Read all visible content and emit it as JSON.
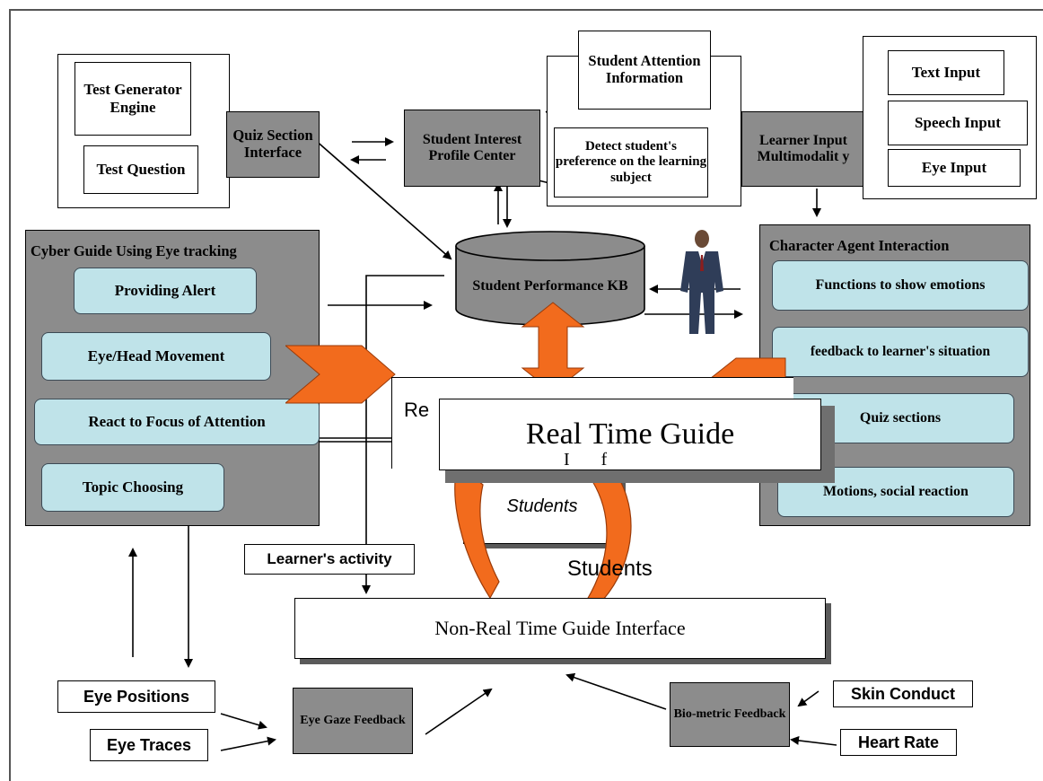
{
  "generator_group": {
    "engine": "Test Generator Engine",
    "question": "Test Question"
  },
  "quiz_interface": "Quiz Section Interface",
  "profile_center": "Student Interest Profile Center",
  "attention_info": "Student Attention Information",
  "detect_pref": "Detect student's preference on the learning subject",
  "learner_input": "Learner Input Multimodalit y",
  "inputs": [
    "Text Input",
    "Speech Input",
    "Eye  Input"
  ],
  "kb": "Student Performance KB",
  "cyber_guide": {
    "title": "Cyber Guide Using Eye tracking",
    "items": [
      "Providing Alert",
      "Eye/Head Movement",
      "React to Focus of Attention",
      "Topic Choosing"
    ]
  },
  "character_agent": {
    "title": "Character Agent  Interaction",
    "items": [
      "Functions to show emotions",
      "feedback to learner's situation",
      "Quiz sections",
      "Motions, social reaction"
    ]
  },
  "realtime": {
    "label": "Real Time Guide",
    "partial": "Re",
    "partial_sub": "I       f",
    "students_inner": "Students",
    "students_outer": "Students"
  },
  "learner_activity": "Learner's activity",
  "nonrealtime": "Non-Real Time Guide Interface",
  "eye_positions": "Eye Positions",
  "eye_traces": "Eye Traces",
  "eye_gaze": "Eye Gaze Feedback",
  "biometric": "Bio-metric Feedback",
  "skin": "Skin Conduct",
  "heart": "Heart Rate",
  "colors": {
    "gray_box": "#8c8c8c",
    "pill": "#bfe3e9",
    "orange": "#f26b1d",
    "shadow": "#5a5a5a"
  }
}
